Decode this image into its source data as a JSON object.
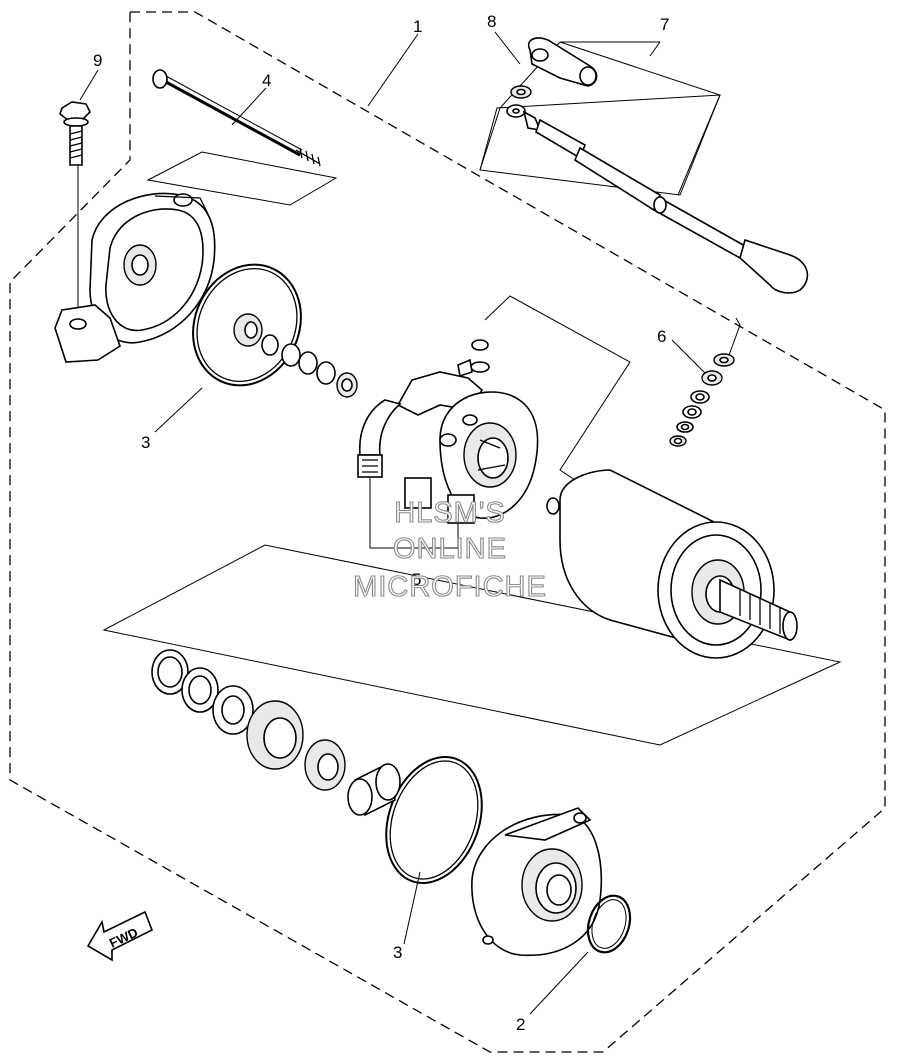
{
  "callouts": [
    {
      "number": "1"
    },
    {
      "number": "2"
    },
    {
      "number": "3"
    },
    {
      "number": "3"
    },
    {
      "number": "4"
    },
    {
      "number": "5"
    },
    {
      "number": "6"
    },
    {
      "number": "7"
    },
    {
      "number": "8"
    },
    {
      "number": "9"
    }
  ],
  "watermark": {
    "line1": "HLSM'S",
    "line2": "ONLINE",
    "line3": "MICROFICHE"
  },
  "direction_arrow": {
    "label": "FWD"
  }
}
